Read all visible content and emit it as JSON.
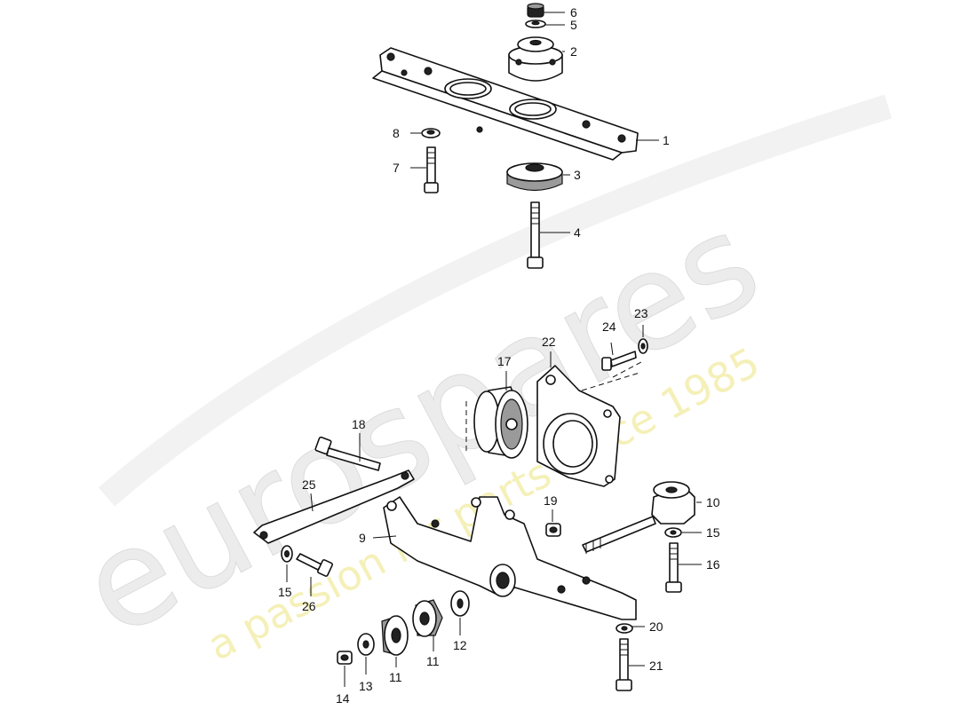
{
  "watermark": {
    "brand": "eurospares",
    "tagline": "a passion for parts since 1985"
  },
  "callouts": [
    {
      "id": "c6",
      "text": "6"
    },
    {
      "id": "c5",
      "text": "5"
    },
    {
      "id": "c2",
      "text": "2"
    },
    {
      "id": "c1",
      "text": "1"
    },
    {
      "id": "c8",
      "text": "8"
    },
    {
      "id": "c7",
      "text": "7"
    },
    {
      "id": "c3",
      "text": "3"
    },
    {
      "id": "c4",
      "text": "4"
    },
    {
      "id": "c24",
      "text": "24"
    },
    {
      "id": "c23",
      "text": "23"
    },
    {
      "id": "c22",
      "text": "22"
    },
    {
      "id": "c17",
      "text": "17"
    },
    {
      "id": "c18",
      "text": "18"
    },
    {
      "id": "c25",
      "text": "25"
    },
    {
      "id": "c19",
      "text": "19"
    },
    {
      "id": "c10",
      "text": "10"
    },
    {
      "id": "c15a",
      "text": "15"
    },
    {
      "id": "c16",
      "text": "16"
    },
    {
      "id": "c9",
      "text": "9"
    },
    {
      "id": "c15b",
      "text": "15"
    },
    {
      "id": "c26",
      "text": "26"
    },
    {
      "id": "c20",
      "text": "20"
    },
    {
      "id": "c21",
      "text": "21"
    },
    {
      "id": "c14",
      "text": "14"
    },
    {
      "id": "c13",
      "text": "13"
    },
    {
      "id": "c11a",
      "text": "11"
    },
    {
      "id": "c11b",
      "text": "11"
    },
    {
      "id": "c12",
      "text": "12"
    }
  ]
}
